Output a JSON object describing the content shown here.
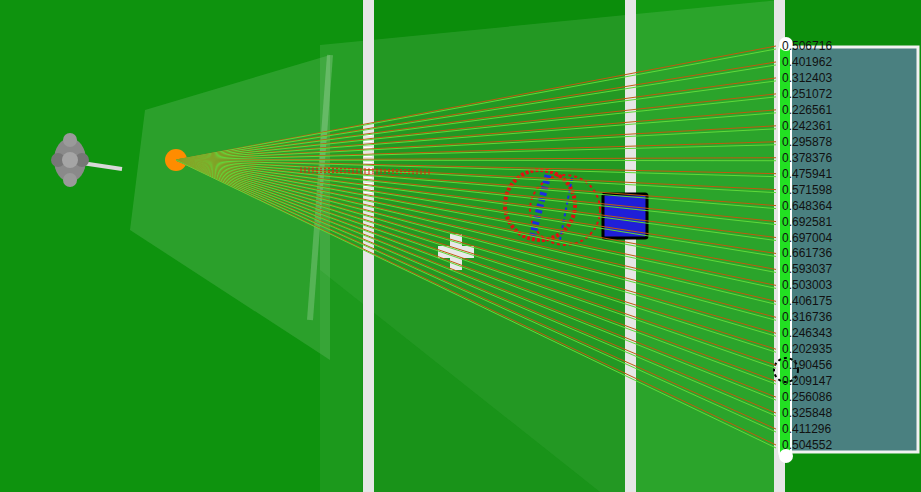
{
  "diagram": {
    "labels": [
      "0.506716",
      "0.401962",
      "0.312403",
      "0.251072",
      "0.226561",
      "0.242361",
      "0.295878",
      "0.378376",
      "0.475941",
      "0.571598",
      "0.648364",
      "0.692581",
      "0.697004",
      "0.661736",
      "0.593037",
      "0.503003",
      "0.406175",
      "0.316736",
      "0.246343",
      "0.202935",
      "0.190456",
      "0.209147",
      "0.256086",
      "0.325848",
      "0.411296",
      "0.504552"
    ]
  }
}
